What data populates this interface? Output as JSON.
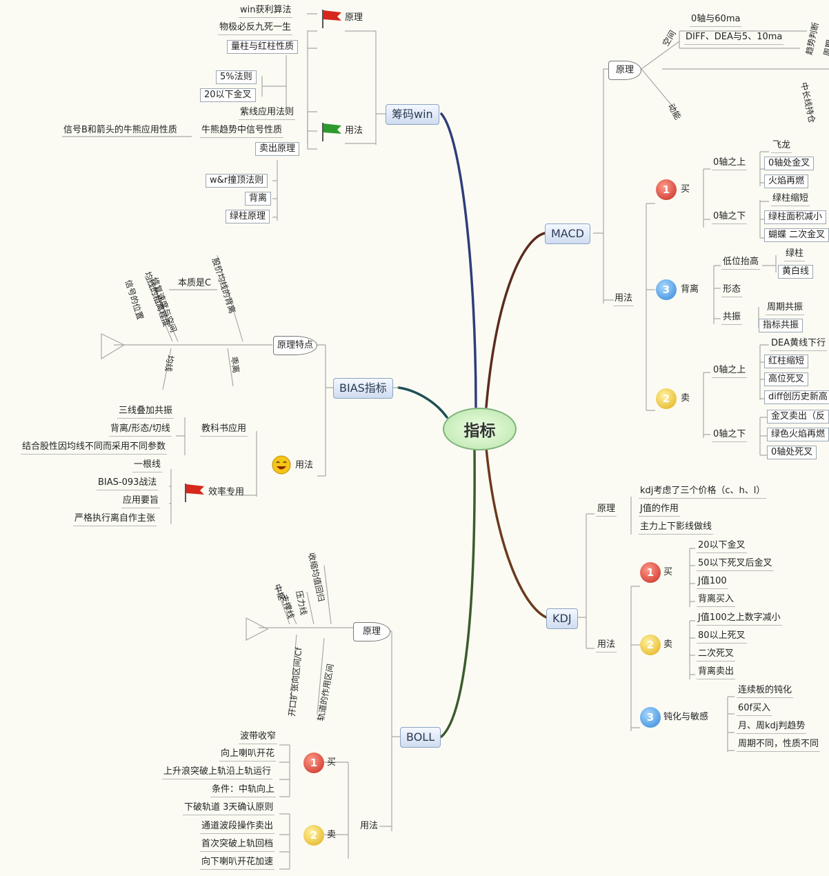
{
  "center": "指标",
  "icons": {
    "flag_red": "red-flag-icon",
    "flag_green": "green-flag-icon",
    "smiley": "smiley-icon"
  },
  "colors": {
    "center_fill": "#c7ecb6",
    "main_fill": "#dbe6f6",
    "badge_red": "#c62a20",
    "badge_blue": "#2f86d6",
    "badge_yellow": "#e2ad16"
  },
  "chouma": {
    "title": "筹码win",
    "yuanli": "原理",
    "yuanli_items": [
      "win获利算法",
      "物极必反九死一生",
      "量柱与红柱性质"
    ],
    "yongfa": "用法",
    "yongfa_sub": [
      "5%法则",
      "20以下金叉"
    ],
    "yongfa_items": [
      "紫线应用法则",
      "牛熊趋势中信号性质",
      "卖出原理"
    ],
    "signal_note": "信号B和箭头的牛熊应用性质",
    "sell_items": [
      "w&r撞顶法则",
      "背离",
      "绿柱原理"
    ]
  },
  "bias": {
    "title": "BIAS指标",
    "feature": "原理特点",
    "fish_top": [
      "本质是C",
      "股价均线的背离",
      "均线的相离程度",
      "修复速度与空间",
      "信号的位置"
    ],
    "fish_bottom": [
      "乖离",
      "均线"
    ],
    "yongfa": "用法",
    "textbook": "教科书应用",
    "textbook_items": [
      "三线叠加共振",
      "背离/形态/切线",
      "结合股性因均线不同而采用不同参数"
    ],
    "special": "效率专用",
    "special_items": [
      "一根线",
      "BIAS-093战法",
      "应用要旨",
      "严格执行离自作主张"
    ]
  },
  "boll": {
    "title": "BOLL",
    "yuanli": "原理",
    "fish_top": [
      "收缩均值回归",
      "中枢",
      "压力线",
      "支撑线"
    ],
    "fish_bottom": [
      "开口扩张向区间/Cf",
      "轨道的作用区间"
    ],
    "yongfa": "用法",
    "buy": "买",
    "buy_items": [
      "波带收窄",
      "向上喇叭开花",
      "上升浪突破上轨沿上轨运行",
      "条件：中轨向上"
    ],
    "sell": "卖",
    "sell_items": [
      "下破轨道 3天确认原则",
      "通道波段操作卖出",
      "首次突破上轨回档",
      "向下喇叭开花加速"
    ]
  },
  "macd": {
    "title": "MACD",
    "yuanli": "原理",
    "kongjian": "空间",
    "kongjian_items": [
      "0轴与60ma",
      "DIFF、DEA与5、10ma"
    ],
    "dongli": "动能",
    "right_vertical": [
      "趋势判断",
      "周期",
      "中长线持仓"
    ],
    "yongfa": "用法",
    "buy": "买",
    "above0": "0轴之上",
    "buy_above": [
      "飞龙",
      "0轴处金叉",
      "火焰再燃"
    ],
    "below0": "0轴之下",
    "buy_below": [
      "绿柱缩短",
      "绿柱面积减小",
      "蝴蝶 二次金叉"
    ],
    "divergence": "背离",
    "low_price_up": "低位抬高",
    "low_items": [
      "绿柱",
      "黄白线"
    ],
    "xingtai": "形态",
    "gongzhen": "共振",
    "gongzhen_items": [
      "周期共振",
      "指标共振"
    ],
    "sell": "卖",
    "sell_above_label": "0轴之上",
    "sell_above": [
      "DEA黄线下行",
      "红柱缩短",
      "高位死叉",
      "diff创历史新高"
    ],
    "sell_below_label": "0轴之下",
    "sell_below": [
      "金叉卖出（反",
      "绿色火焰再燃",
      "0轴处死叉"
    ]
  },
  "kdj": {
    "title": "KDJ",
    "yuanli": "原理",
    "yuanli_items": [
      "kdj考虑了三个价格（c、h、l）",
      "J值的作用",
      "主力上下影线做线"
    ],
    "yongfa": "用法",
    "buy": "买",
    "buy_items": [
      "20以下金叉",
      "50以下死叉后金叉",
      "J值100",
      "背离买入"
    ],
    "sell": "卖",
    "sell_items": [
      "J值100之上数字减小",
      "80以上死叉",
      "二次死叉",
      "背离卖出"
    ],
    "dun": "钝化与敏感",
    "dun_items": [
      "连续板的钝化",
      "60f买入",
      "月、周kdj判趋势",
      "周期不同，性质不同"
    ]
  }
}
